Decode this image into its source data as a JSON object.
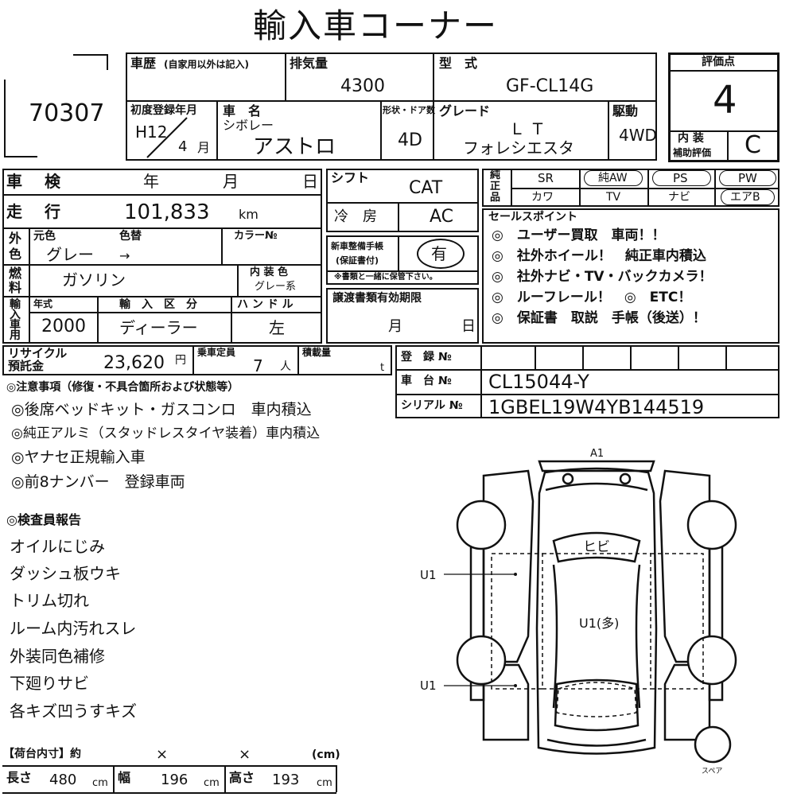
{
  "title": "輸入車コーナー",
  "lot_number": "70307",
  "history": {
    "label": "車歴",
    "sub": "(自家用以外は記入)"
  },
  "displacement": {
    "label": "排気量",
    "value": "4300"
  },
  "model_code": {
    "label": "型　式",
    "value": "GF-CL14G"
  },
  "rating": {
    "label": "評価点",
    "value": "4",
    "interior_label_1": "内 装",
    "interior_label_2": "補助評価",
    "interior_value": "C"
  },
  "first_reg": {
    "label": "初度登録年月",
    "era_year": "H12",
    "month": "4",
    "month_unit": "月"
  },
  "car_name": {
    "label": "車　名",
    "maker": "シボレー",
    "name": "アストロ"
  },
  "body_type": {
    "label": "形状・ドア数",
    "value": "4D"
  },
  "grade": {
    "label": "グレード",
    "line1": "ＬＴ",
    "line2": "フォレシエスタ"
  },
  "drive": {
    "label": "駆動",
    "value": "4WD"
  },
  "inspection": {
    "label": "車　検",
    "year": "年",
    "month": "月",
    "day": "日"
  },
  "shift": {
    "label": "シフト",
    "value": "CAT"
  },
  "ac": {
    "label": "冷　房",
    "value": "AC"
  },
  "mileage": {
    "label": "走　行",
    "value": "101,833",
    "unit": "km"
  },
  "color": {
    "side_1": "外",
    "side_2": "色",
    "orig_label": "元色",
    "change_label": "色替",
    "value": "グレー",
    "arrow": "→",
    "code_label": "カラー№"
  },
  "fuel": {
    "side_1": "燃",
    "side_2": "料",
    "value": "ガソリン",
    "interior_label": "内 装 色",
    "interior_value": "グレー系"
  },
  "maintenance": {
    "label_1": "新車整備手帳",
    "label_2": "(保証書付)",
    "value": "有",
    "note": "※書類と一緒に保管下さい。"
  },
  "equipment": {
    "side_1": "純",
    "side_2": "正",
    "side_3": "品",
    "row1": [
      "SR",
      "純AW",
      "PS",
      "PW"
    ],
    "row2": [
      "カワ",
      "TV",
      "ナビ",
      "エアB"
    ]
  },
  "sales_points": {
    "title": "セールスポイント",
    "items": [
      "◎　ユーザー買取　車両！！",
      "◎　社外ホイール！　純正車内積込",
      "◎　社外ナビ・TV・バックカメラ！",
      "◎　ルーフレール！　◎　ETC！",
      "◎　保証書　取説　手帳（後送）！"
    ]
  },
  "import": {
    "side_1": "輸",
    "side_2": "入",
    "side_3": "車",
    "side_4": "用",
    "year_label": "年式",
    "year": "2000",
    "type_label": "輸　入　区　分",
    "type": "ディーラー",
    "handle_label": "ハ ン ド ル",
    "handle": "左"
  },
  "transfer_docs": {
    "label": "譲渡書類有効期限",
    "month": "月",
    "day": "日"
  },
  "recycle": {
    "label_1": "リサイクル",
    "label_2": "預託金",
    "value": "23,620",
    "unit": "円"
  },
  "capacity": {
    "label": "乗車定員",
    "value": "7",
    "unit": "人"
  },
  "load": {
    "label": "積載量",
    "unit": "t"
  },
  "registration": {
    "label": "登　録 №"
  },
  "chassis": {
    "label": "車　台 №",
    "value": "CL15044-Y"
  },
  "serial": {
    "label": "シリアル №",
    "value": "1GBEL19W4YB144519"
  },
  "notes": {
    "title": "◎注意事項（修復・不具合箇所および状態等）",
    "items": [
      "◎後席ベッドキット・ガスコンロ　車内積込",
      "◎純正アルミ（スタッドレスタイヤ装着）車内積込",
      "◎ヤナセ正規輸入車",
      "◎前8ナンバー　登録車両"
    ]
  },
  "inspector": {
    "title": "◎検査員報告",
    "items": [
      "オイルにじみ",
      "ダッシュ板ウキ",
      "トリム切れ",
      "ルーム内汚れスレ",
      "外装同色補修",
      "下廻りサビ",
      "各キズ凹うすキズ"
    ]
  },
  "diagram": {
    "a1": "A1",
    "hibi": "ヒビ",
    "u1_left_1": "U1",
    "u1_left_2": "U1",
    "u1_many": "U1(多)",
    "spare": "スペア"
  },
  "cargo": {
    "title": "【荷台内寸】約",
    "x1": "×",
    "x2": "×",
    "unit": "(cm)"
  },
  "dims": {
    "length_label": "長さ",
    "length": "480",
    "width_label": "幅",
    "width": "196",
    "height_label": "高さ",
    "height": "193",
    "unit": "cm"
  }
}
